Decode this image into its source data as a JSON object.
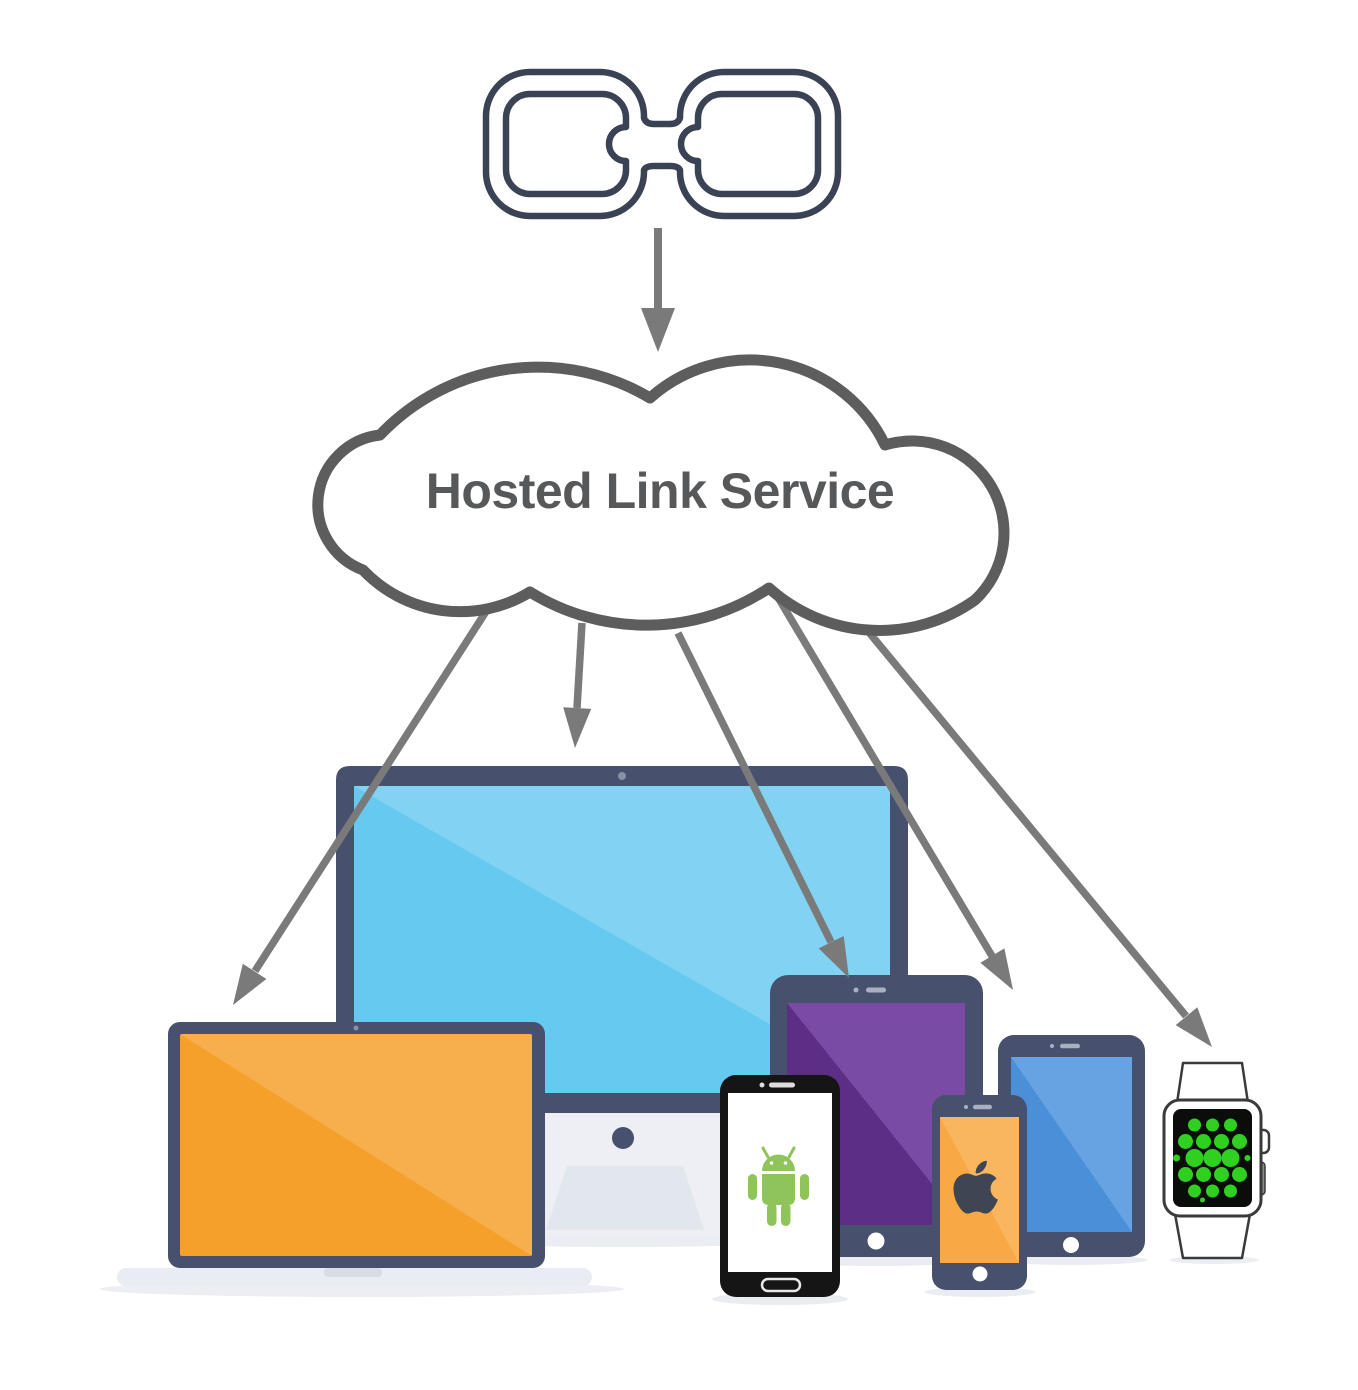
{
  "cloud": {
    "label": "Hosted Link Service"
  },
  "source": {
    "icon": "chain-link-icon"
  },
  "arrows": {
    "from_source_to_cloud": 1,
    "from_cloud_to_devices": 5
  },
  "devices": [
    {
      "id": "imac-desktop",
      "type": "desktop monitor",
      "screen_color": "#66C9EF"
    },
    {
      "id": "laptop",
      "type": "laptop",
      "screen_color": "#F5A02B"
    },
    {
      "id": "android-phone",
      "type": "smartphone",
      "screen_color": "#FFFFFF",
      "logo": "android-robot-icon"
    },
    {
      "id": "tablet-purple",
      "type": "tablet",
      "screen_color": "#5C2E85"
    },
    {
      "id": "iphone",
      "type": "smartphone",
      "screen_color": "#F8A946",
      "logo": "apple-logo-icon"
    },
    {
      "id": "tablet-blue",
      "type": "tablet",
      "screen_color": "#4A90D8"
    },
    {
      "id": "apple-watch",
      "type": "smartwatch",
      "screen_color": "#0B0D0A",
      "accent": "#2FD01F"
    }
  ],
  "colors": {
    "frame": "#47506C",
    "android_body": "#151515",
    "android_green": "#8FC45A",
    "white": "#FFFFFF",
    "imac_screen": "#66C9EF",
    "imac_screen_light": "#82D3F3",
    "laptop_screen": "#F5A02B",
    "laptop_screen_light": "#F7AE4C",
    "purple_screen": "#5C2E85",
    "purple_screen_light": "#7A4BA5",
    "ipad_screen": "#4A90D8",
    "ipad_screen_light": "#67A2E2",
    "iphone_screen": "#F8A946",
    "iphone_screen_light": "#FAB65F",
    "watch_green": "#2FD01F",
    "watch_screen": "#0B0D0A",
    "watch_outline": "#3A3A3A",
    "cloud_outline": "#5D5D5D",
    "arrow": "#7A7A7A",
    "chain": "#3A4254",
    "label_text": "#57585A",
    "chin_gray": "#EDEFF4",
    "stand_gray": "#E2E6ED",
    "shadow_gray": "#E9ECF2",
    "speaker_gray": "#A9B1C0",
    "camera_gray": "#8791A6",
    "tab_gray": "#D9DCE3",
    "apple_logo": "#3E4553"
  }
}
